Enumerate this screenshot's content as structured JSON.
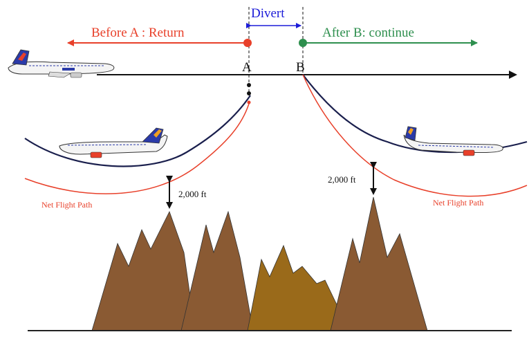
{
  "labels": {
    "return": "Before A : Return",
    "divert": "Divert",
    "continue": "After B: continue",
    "point_a": "A",
    "point_b": "B",
    "alt_left": "2,000 ft",
    "alt_right": "2,000 ft",
    "net_path_left": "Net Flight Path",
    "net_path_right": "Net Flight Path"
  },
  "colors": {
    "red": "#e8402a",
    "blue": "#1c1cd8",
    "green": "#2e8f4e",
    "navy": "#1a1f4d",
    "mountain": "#8a5a33",
    "mountain_center": "#9a6a1a"
  }
}
